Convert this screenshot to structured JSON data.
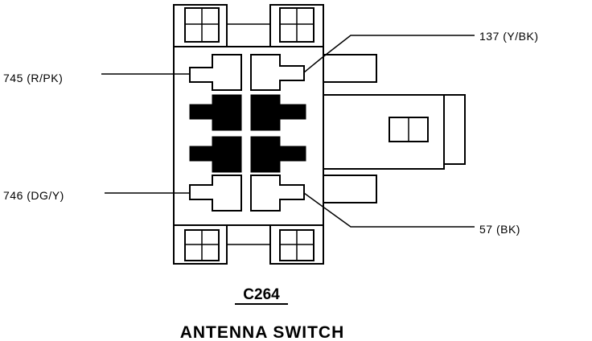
{
  "connector": {
    "id": "C264",
    "name": "ANTENNA SWITCH"
  },
  "wires": {
    "w745": "745 (R/PK)",
    "w746": "746 (DG/Y)",
    "w137": "137 (Y/BK)",
    "w57": "57 (BK)"
  },
  "colors": {
    "ink": "#000000",
    "paper": "#ffffff"
  }
}
